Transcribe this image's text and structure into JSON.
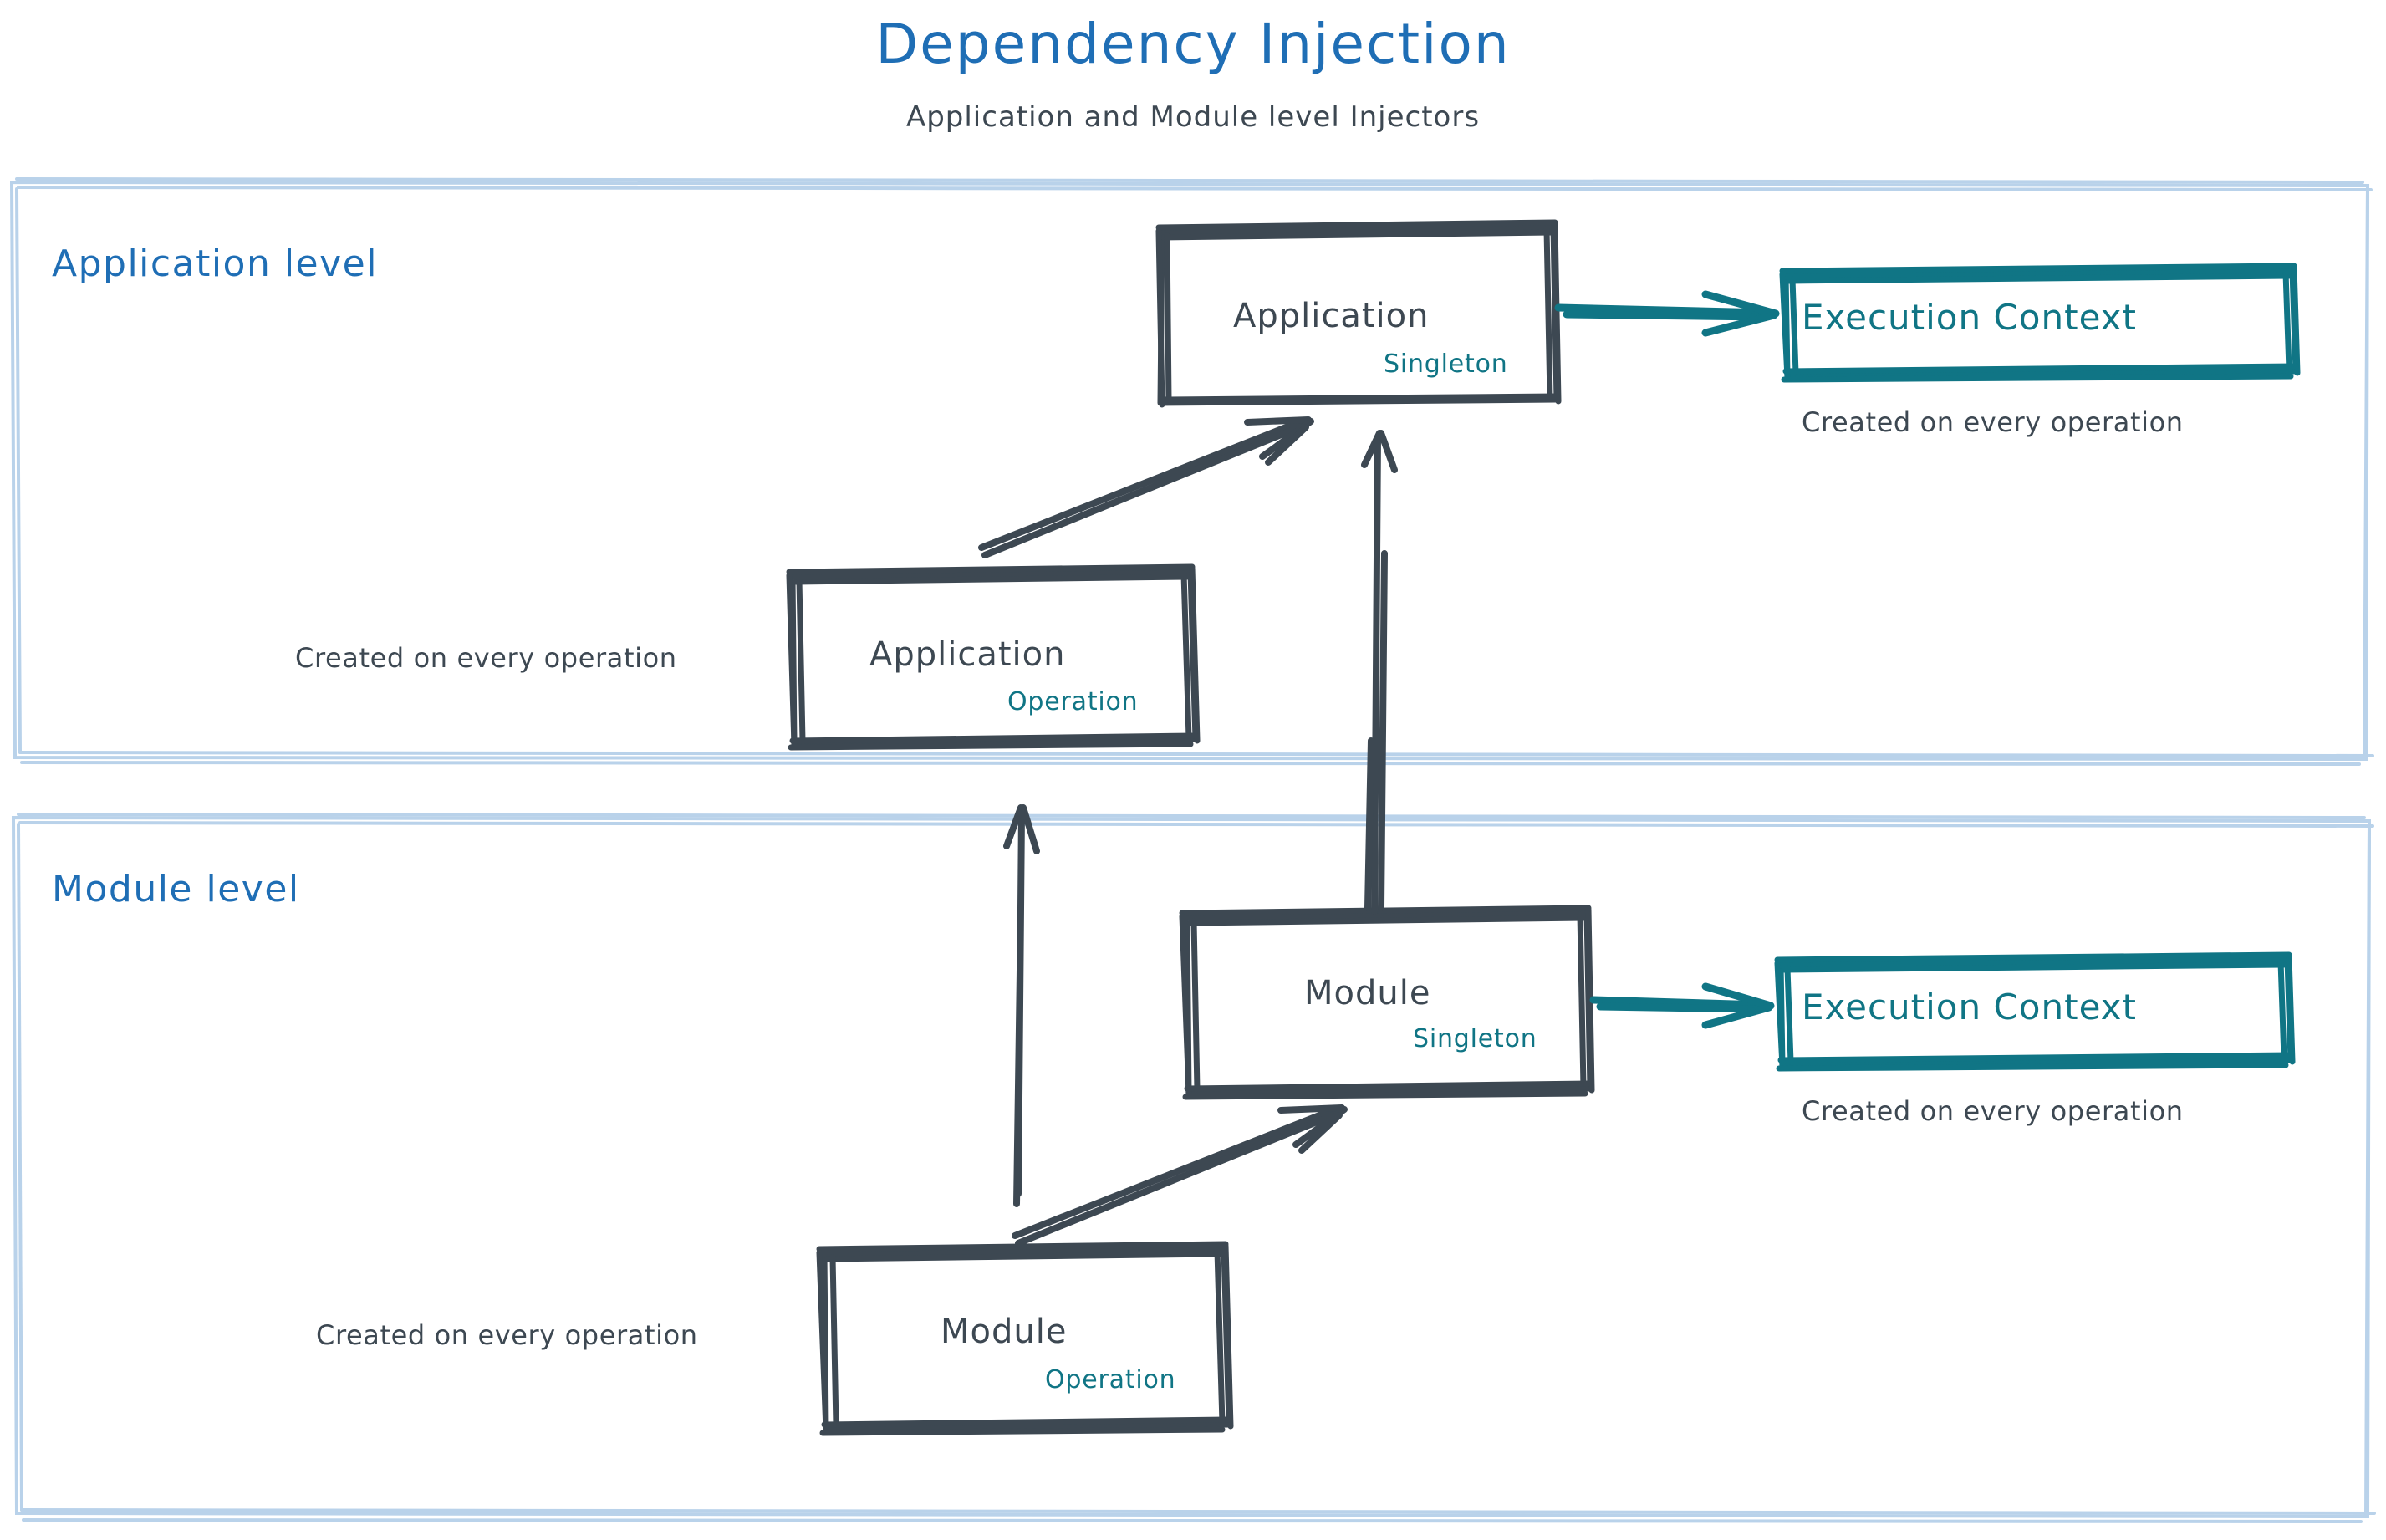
{
  "header": {
    "title": "Dependency Injection",
    "subtitle": "Application and Module level Injectors"
  },
  "colors": {
    "title_blue": "#1f6eb5",
    "section_border": "#b9d2ea",
    "box_stroke": "#3d4852",
    "accent_teal": "#107585",
    "text_dark": "#3d4852",
    "background": "#ffffff"
  },
  "sections": [
    {
      "id": "application-level",
      "label": "Application level"
    },
    {
      "id": "module-level",
      "label": "Module level"
    }
  ],
  "nodes": {
    "application_singleton": {
      "title": "Application",
      "tag": "Singleton"
    },
    "application_operation": {
      "title": "Application",
      "tag": "Operation"
    },
    "module_singleton": {
      "title": "Module",
      "tag": "Singleton"
    },
    "module_operation": {
      "title": "Module",
      "tag": "Operation"
    },
    "execution_context_app": {
      "title": "Execution Context"
    },
    "execution_context_mod": {
      "title": "Execution Context"
    }
  },
  "notes": {
    "exec_context_app": "Created on every operation",
    "exec_context_mod": "Created on every operation",
    "application_operation": "Created on every operation",
    "module_operation": "Created on every operation"
  },
  "edges": [
    {
      "id": "app-op-to-app-singleton",
      "from": "application_operation",
      "to": "application_singleton",
      "style": "sketch-arrow-dark"
    },
    {
      "id": "app-singleton-to-ctx",
      "from": "application_singleton",
      "to": "execution_context_app",
      "style": "sketch-arrow-teal"
    },
    {
      "id": "mod-singleton-to-app-sgl",
      "from": "module_singleton",
      "to": "application_singleton",
      "style": "sketch-arrow-dark"
    },
    {
      "id": "mod-op-to-mod-singleton",
      "from": "module_operation",
      "to": "module_singleton",
      "style": "sketch-arrow-dark"
    },
    {
      "id": "mod-op-to-app-op",
      "from": "module_operation",
      "to": "application_operation",
      "style": "sketch-arrow-dark"
    },
    {
      "id": "mod-singleton-to-ctx",
      "from": "module_singleton",
      "to": "execution_context_mod",
      "style": "sketch-arrow-teal"
    }
  ]
}
